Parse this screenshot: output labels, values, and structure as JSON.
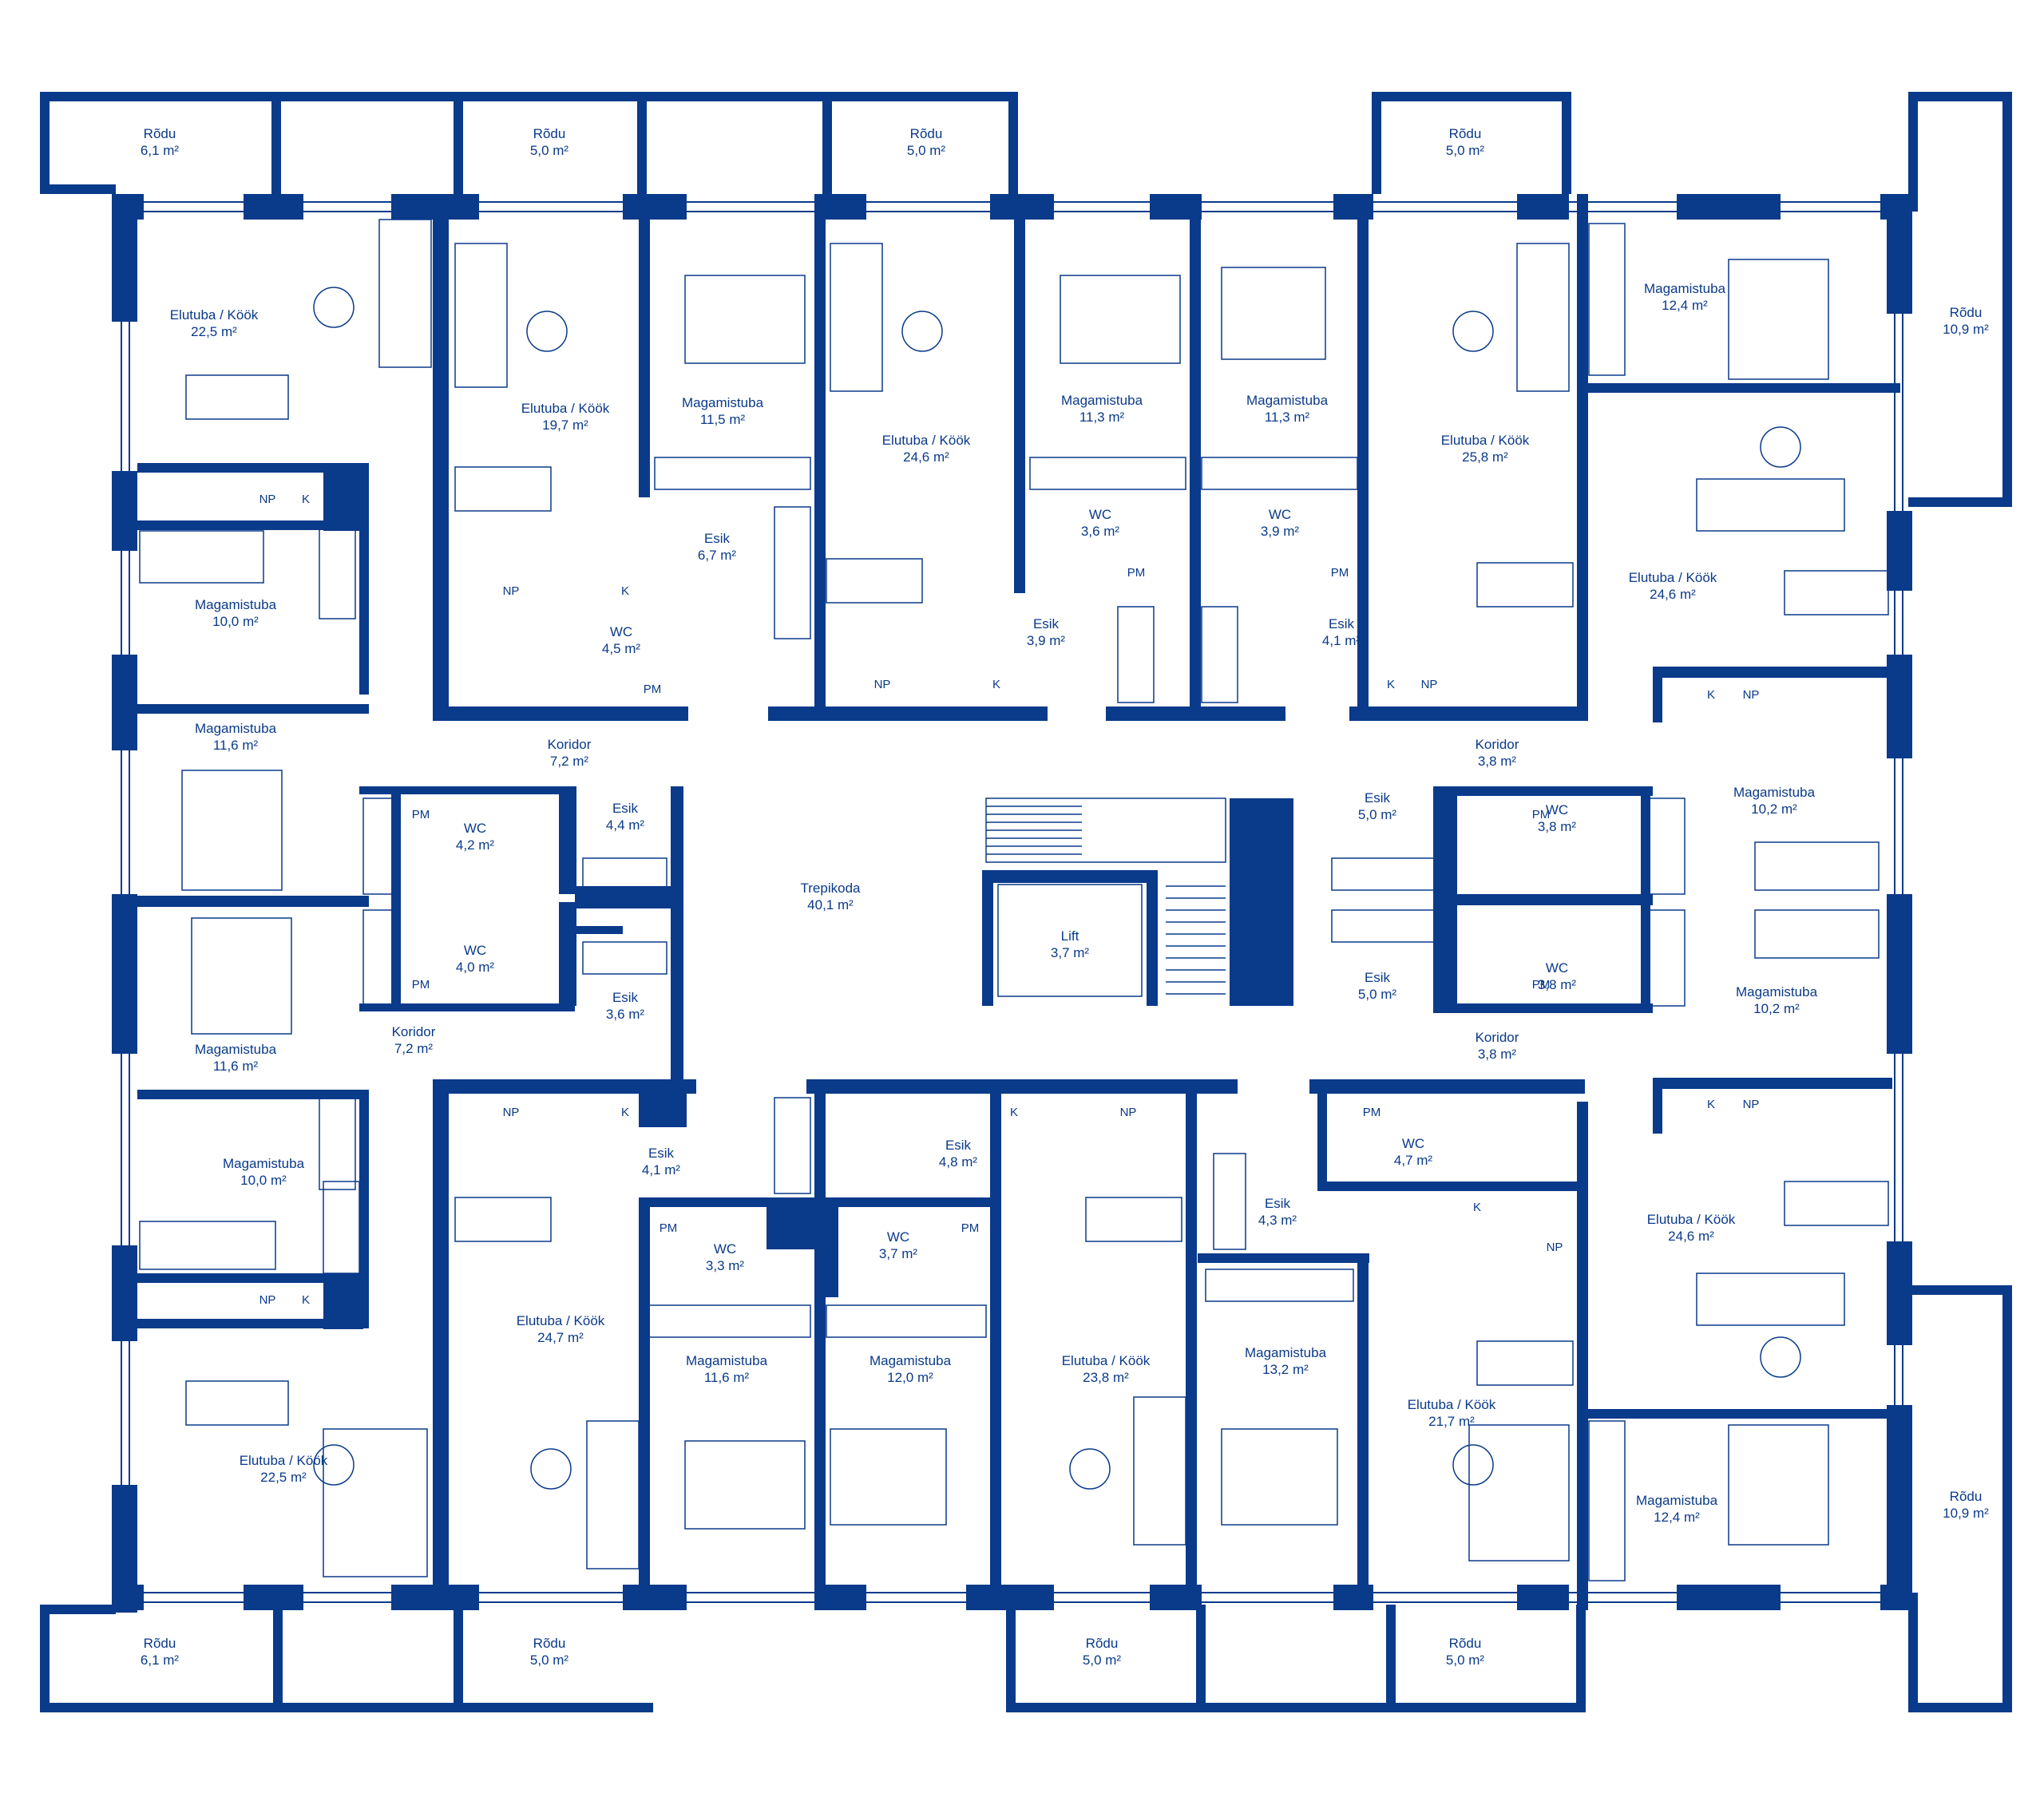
{
  "colors": {
    "wall": "#0a3a8a",
    "background": "#ffffff"
  },
  "rooms": [
    {
      "name": "Rõdu",
      "area": "6,1 m²"
    },
    {
      "name": "Rõdu",
      "area": "5,0 m²"
    },
    {
      "name": "Rõdu",
      "area": "5,0 m²"
    },
    {
      "name": "Rõdu",
      "area": "5,0 m²"
    },
    {
      "name": "Rõdu",
      "area": "10,9 m²"
    },
    {
      "name": "Elutuba / Köök",
      "area": "22,5 m²"
    },
    {
      "name": "Elutuba / Köök",
      "area": "19,7 m²"
    },
    {
      "name": "Magamistuba",
      "area": "11,5 m²"
    },
    {
      "name": "Elutuba / Köök",
      "area": "24,6 m²"
    },
    {
      "name": "Magamistuba",
      "area": "11,3 m²"
    },
    {
      "name": "Magamistuba",
      "area": "11,3 m²"
    },
    {
      "name": "Elutuba / Köök",
      "area": "25,8 m²"
    },
    {
      "name": "Magamistuba",
      "area": "12,4 m²"
    },
    {
      "name": "Elutuba / Köök",
      "area": "24,6 m²"
    },
    {
      "name": "Magamistuba",
      "area": "10,0 m²"
    },
    {
      "name": "Esik",
      "area": "6,7 m²"
    },
    {
      "name": "WC",
      "area": "3,6 m²"
    },
    {
      "name": "WC",
      "area": "3,9 m²"
    },
    {
      "name": "WC",
      "area": "4,5 m²"
    },
    {
      "name": "Esik",
      "area": "3,9 m²"
    },
    {
      "name": "Esik",
      "area": "4,1 m²"
    },
    {
      "name": "Magamistuba",
      "area": "11,6 m²"
    },
    {
      "name": "Koridor",
      "area": "7,2 m²"
    },
    {
      "name": "Koridor",
      "area": "3,8 m²"
    },
    {
      "name": "WC",
      "area": "4,2 m²"
    },
    {
      "name": "Esik",
      "area": "4,4 m²"
    },
    {
      "name": "Esik",
      "area": "5,0 m²"
    },
    {
      "name": "WC",
      "area": "3,8 m²"
    },
    {
      "name": "Magamistuba",
      "area": "10,2 m²"
    },
    {
      "name": "Trepikoda",
      "area": "40,1 m²"
    },
    {
      "name": "Lift",
      "area": "3,7 m²"
    },
    {
      "name": "WC",
      "area": "4,0 m²"
    },
    {
      "name": "WC",
      "area": "3,8 m²"
    },
    {
      "name": "Esik",
      "area": "5,0 m²"
    },
    {
      "name": "Esik",
      "area": "3,6 m²"
    },
    {
      "name": "Magamistuba",
      "area": "11,6 m²"
    },
    {
      "name": "Koridor",
      "area": "7,2 m²"
    },
    {
      "name": "Koridor",
      "area": "3,8 m²"
    },
    {
      "name": "Magamistuba",
      "area": "10,2 m²"
    },
    {
      "name": "Esik",
      "area": "4,1 m²"
    },
    {
      "name": "Esik",
      "area": "4,8 m²"
    },
    {
      "name": "WC",
      "area": "4,7 m²"
    },
    {
      "name": "Magamistuba",
      "area": "10,0 m²"
    },
    {
      "name": "WC",
      "area": "3,3 m²"
    },
    {
      "name": "WC",
      "area": "3,7 m²"
    },
    {
      "name": "Esik",
      "area": "4,3 m²"
    },
    {
      "name": "Elutuba / Köök",
      "area": "24,6 m²"
    },
    {
      "name": "Elutuba / Köök",
      "area": "24,7 m²"
    },
    {
      "name": "Magamistuba",
      "area": "11,6 m²"
    },
    {
      "name": "Magamistuba",
      "area": "12,0 m²"
    },
    {
      "name": "Elutuba / Köök",
      "area": "23,8 m²"
    },
    {
      "name": "Magamistuba",
      "area": "13,2 m²"
    },
    {
      "name": "Elutuba / Köök",
      "area": "21,7 m²"
    },
    {
      "name": "Elutuba / Köök",
      "area": "22,5 m²"
    },
    {
      "name": "Magamistuba",
      "area": "12,4 m²"
    },
    {
      "name": "Rõdu",
      "area": "10,9 m²"
    },
    {
      "name": "Rõdu",
      "area": "6,1 m²"
    },
    {
      "name": "Rõdu",
      "area": "5,0 m²"
    },
    {
      "name": "Rõdu",
      "area": "5,0 m²"
    },
    {
      "name": "Rõdu",
      "area": "5,0 m²"
    }
  ],
  "fixtures": {
    "pm": "PM",
    "np": "NP",
    "k": "K"
  }
}
